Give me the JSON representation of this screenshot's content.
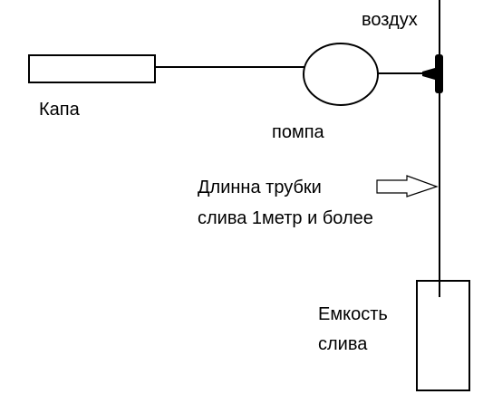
{
  "labels": {
    "air": "воздух",
    "mouthguard": "Капа",
    "pump": "помпа",
    "tube_length_line1": "Длинна трубки",
    "tube_length_line2": "слива 1метр и более",
    "container_line1": "Емкость",
    "container_line2": "слива"
  },
  "colors": {
    "line": "#000000",
    "background": "#ffffff"
  }
}
